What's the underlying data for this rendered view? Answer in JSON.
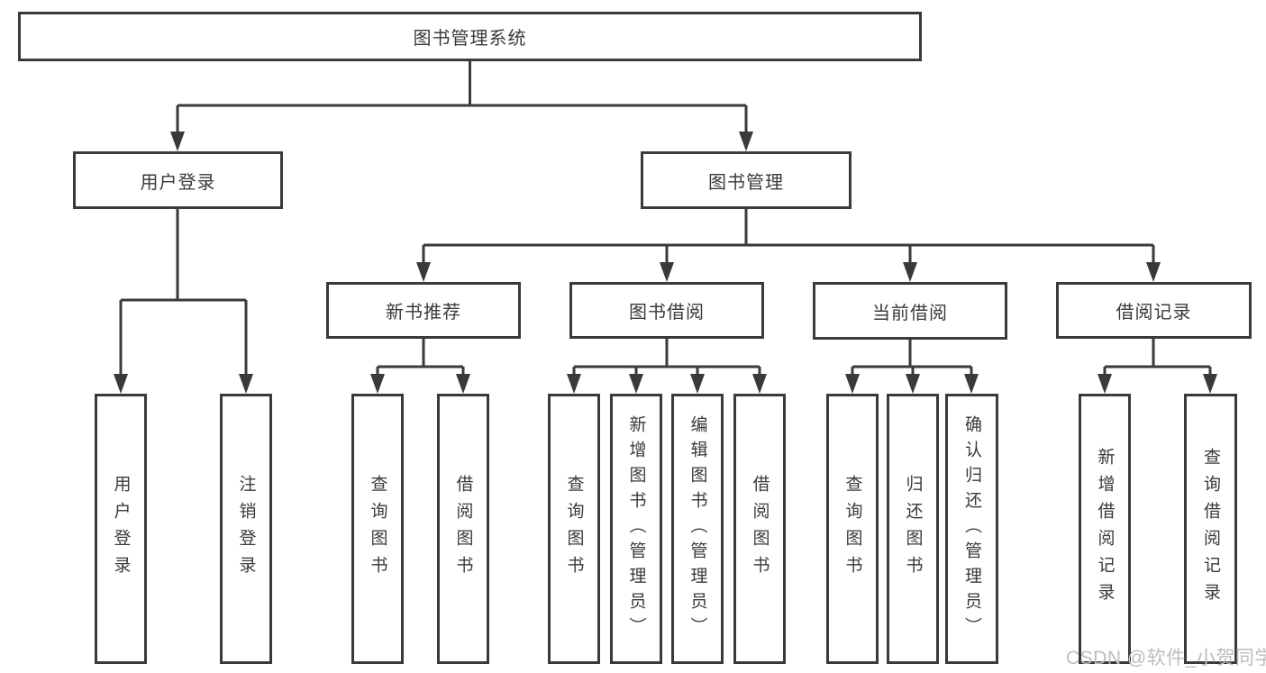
{
  "diagram": {
    "type": "tree",
    "root": {
      "label": "图书管理系统",
      "children": [
        {
          "label": "用户登录",
          "children": [
            {
              "label": "用户登录"
            },
            {
              "label": "注销登录"
            }
          ]
        },
        {
          "label": "图书管理",
          "children": [
            {
              "label": "新书推荐",
              "children": [
                {
                  "label": "查询图书"
                },
                {
                  "label": "借阅图书"
                }
              ]
            },
            {
              "label": "图书借阅",
              "children": [
                {
                  "label": "查询图书"
                },
                {
                  "label": "新增图书（管理员）"
                },
                {
                  "label": "编辑图书（管理员）"
                },
                {
                  "label": "借阅图书"
                }
              ]
            },
            {
              "label": "当前借阅",
              "children": [
                {
                  "label": "查询图书"
                },
                {
                  "label": "归还图书"
                },
                {
                  "label": "确认归还（管理员）"
                }
              ]
            },
            {
              "label": "借阅记录",
              "children": [
                {
                  "label": "新增借阅记录"
                },
                {
                  "label": "查询借阅记录"
                }
              ]
            }
          ]
        }
      ]
    },
    "watermark": "CSDN @软件_小贺同学",
    "colors": {
      "line": "#3a3a3a",
      "text": "#3a3a3a",
      "watermark": "#bdbdbd",
      "background": "#ffffff"
    }
  }
}
